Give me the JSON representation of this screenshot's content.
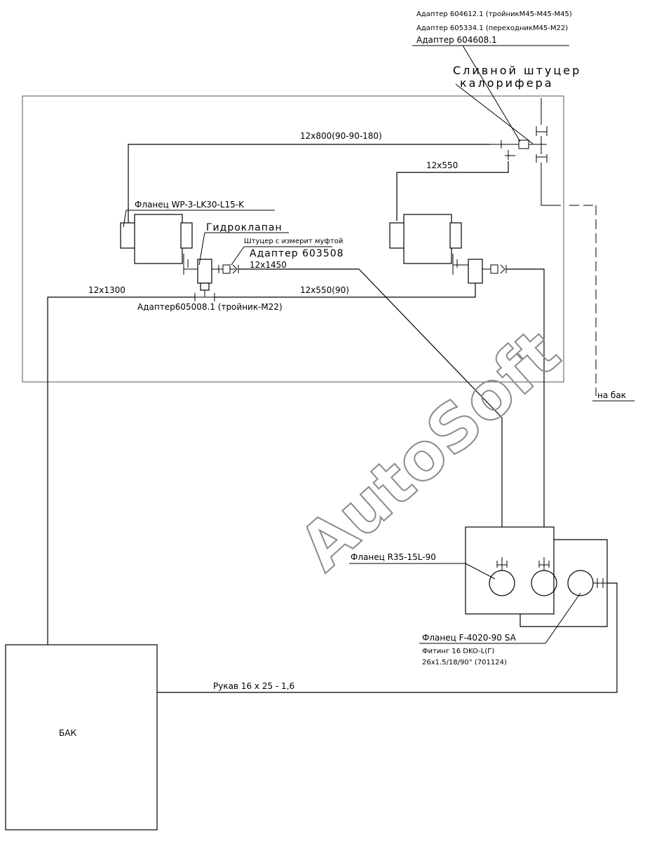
{
  "labels": {
    "adapter_604612": "Адаптер 604612.1 (тройникМ45-М45-М45)",
    "adapter_605334": "Адаптер 605334.1 (переходникМ45-М22)",
    "adapter_604608": "Адаптер 604608.1",
    "drain_line1": "Сливной штуцер",
    "drain_line2": "калорифера",
    "hose_top": "12x800(90-90-180)",
    "hose_550_top": "12x550",
    "flange_wp": "Фланец  WP-3-LK30-L15-K",
    "hydrovalve": "Гидроклапан",
    "fitting_coupling": "Штуцер с измерит муфтой",
    "adapter_603508": "Адаптер 603508",
    "hose_1450": "12x1450",
    "hose_1300": "12x1300",
    "hose_550_90": "12x550(90)",
    "adapter_605008": "Адаптер605008.1 (тройник-М22)",
    "to_tank": "на бак",
    "flange_r35": "Фланец R35-15L-90",
    "flange_f4020": "Фланец F-4020-90 SA",
    "fitting_16": "Фитинг 16 DKO-L(Г)",
    "fitting_dims": "26x1.5/18/90° (701124)",
    "hose_main": "Рукав 16 х 25 - 1,6",
    "tank": "БАК",
    "watermark": "AutoSoft"
  }
}
